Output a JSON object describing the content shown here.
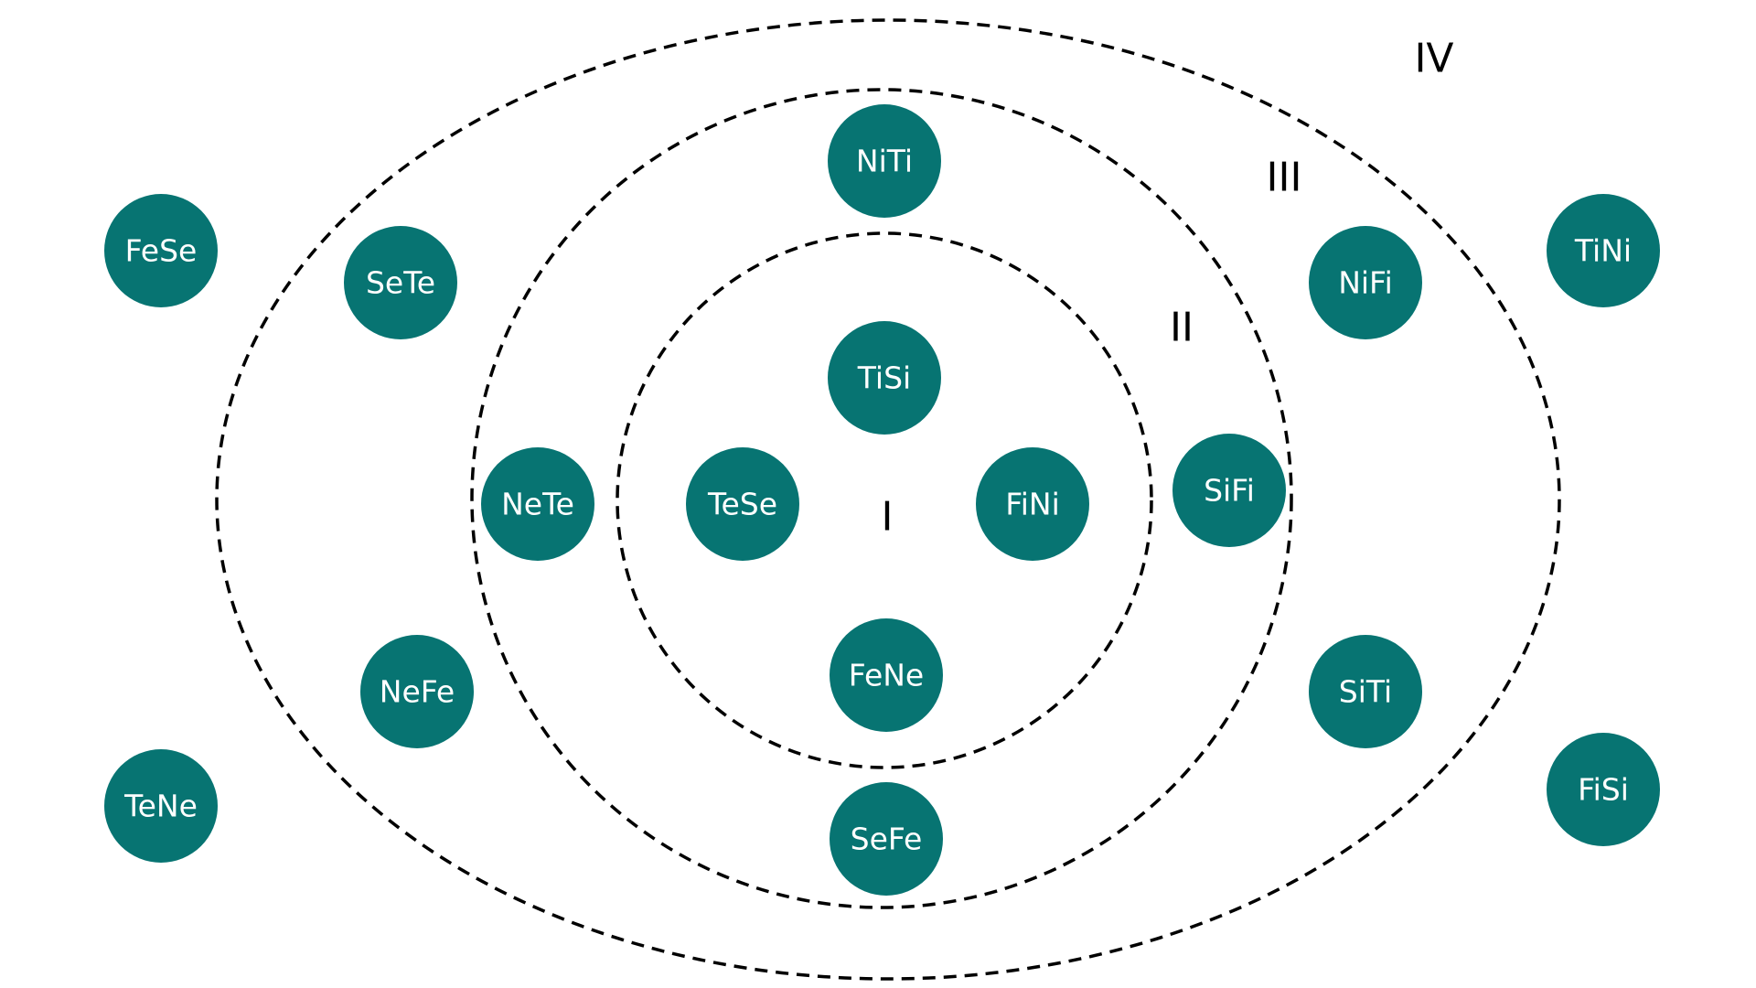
{
  "diagram": {
    "type": "concentric-rings",
    "colors": {
      "node_fill": "#077472",
      "node_text": "#ffffff",
      "ring_stroke": "#000000",
      "label_text": "#000000"
    },
    "ring_labels": [
      "I",
      "II",
      "III",
      "IV"
    ],
    "nodes": [
      {
        "label": "NiTi",
        "ring": "II"
      },
      {
        "label": "TiSi",
        "ring": "I"
      },
      {
        "label": "TeSe",
        "ring": "I"
      },
      {
        "label": "FiNi",
        "ring": "I"
      },
      {
        "label": "FeNe",
        "ring": "I"
      },
      {
        "label": "NeTe",
        "ring": "II"
      },
      {
        "label": "SiFi",
        "ring": "II"
      },
      {
        "label": "SeFe",
        "ring": "II"
      },
      {
        "label": "SeTe",
        "ring": "III"
      },
      {
        "label": "NeFe",
        "ring": "III"
      },
      {
        "label": "NiFi",
        "ring": "III"
      },
      {
        "label": "SiTi",
        "ring": "III"
      },
      {
        "label": "FeSe",
        "ring": "IV"
      },
      {
        "label": "TeNe",
        "ring": "IV"
      },
      {
        "label": "TiNi",
        "ring": "IV"
      },
      {
        "label": "FiSi",
        "ring": "IV"
      }
    ]
  }
}
